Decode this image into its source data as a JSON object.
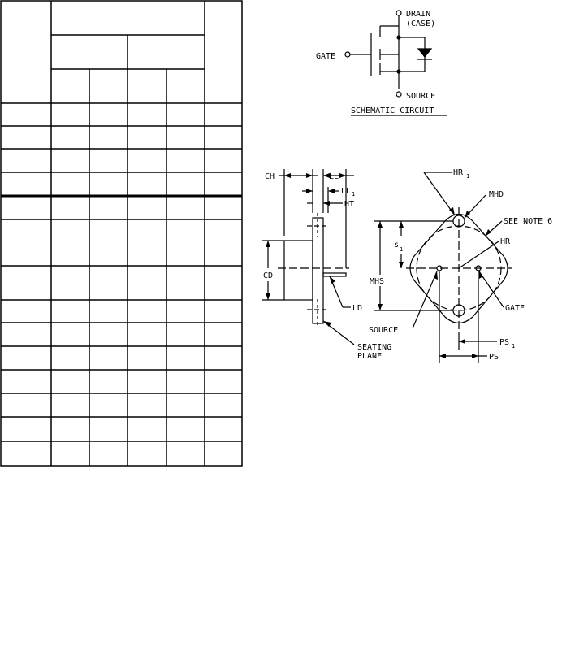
{
  "schematic": {
    "drain_label": "DRAIN",
    "case_label": "(CASE)",
    "gate_label": "GATE",
    "source_label": "SOURCE",
    "caption": "SCHEMATIC CIRCUIT"
  },
  "outline": {
    "ch": "CH",
    "ll": "LL",
    "ll1": "LL",
    "ll1_sub": "1",
    "ht": "HT",
    "cd": "CD",
    "ld": "LD",
    "seating_plane_1": "SEATING",
    "seating_plane_2": "PLANE",
    "hr1": "HR",
    "hr1_sub": "1",
    "mhd": "MHD",
    "see_note": "SEE NOTE 6",
    "hr": "HR",
    "s1": "s",
    "s1_sub": "1",
    "mhs": "MHS",
    "source": "SOURCE",
    "gate": "GATE",
    "ps1": "PS",
    "ps1_sub": "1",
    "ps": "PS"
  }
}
